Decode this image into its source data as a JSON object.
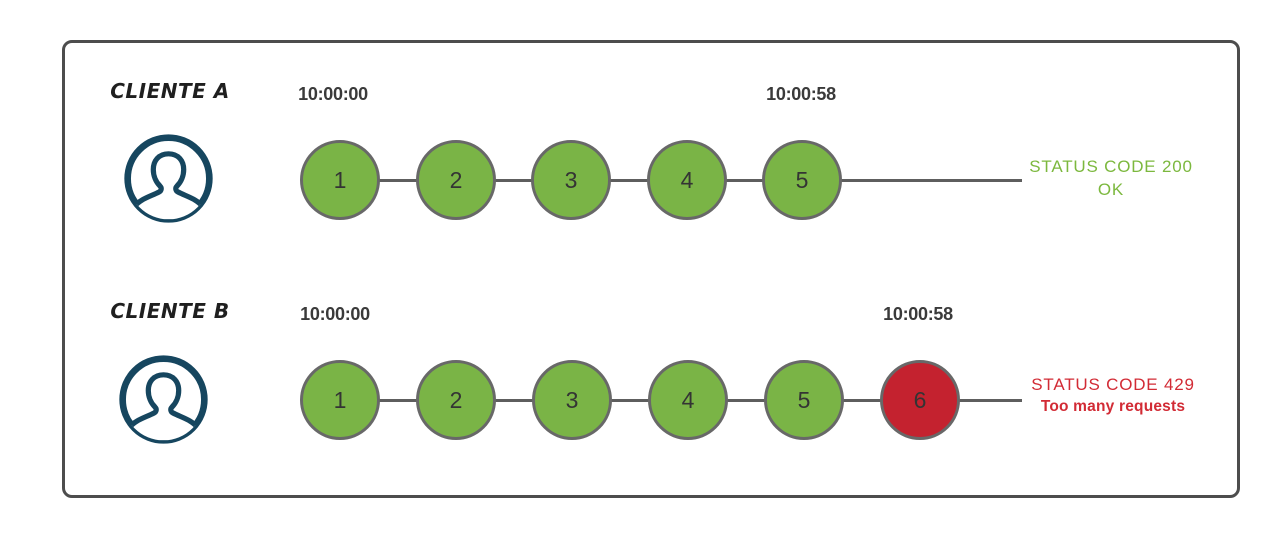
{
  "colors": {
    "green": "#7ab446",
    "red": "#c4222f",
    "green-text": "#7cb83e",
    "red-text": "#d22b35",
    "navy": "#16465f",
    "circle-border": "#686868",
    "line": "#5e5e5e",
    "frame-border": "#4d4d4d",
    "text-dark": "#3a3a3a"
  },
  "rows": [
    {
      "client": "CLIENTE A",
      "start_time": "10:00:00",
      "end_time": "10:00:58",
      "requests": [
        {
          "label": "1",
          "state": "ok"
        },
        {
          "label": "2",
          "state": "ok"
        },
        {
          "label": "3",
          "state": "ok"
        },
        {
          "label": "4",
          "state": "ok"
        },
        {
          "label": "5",
          "state": "ok"
        }
      ],
      "status": {
        "code": "STATUS CODE 200",
        "message": "OK"
      }
    },
    {
      "client": "CLIENTE B",
      "start_time": "10:00:00",
      "end_time": "10:00:58",
      "requests": [
        {
          "label": "1",
          "state": "ok"
        },
        {
          "label": "2",
          "state": "ok"
        },
        {
          "label": "3",
          "state": "ok"
        },
        {
          "label": "4",
          "state": "ok"
        },
        {
          "label": "5",
          "state": "ok"
        },
        {
          "label": "6",
          "state": "limited"
        }
      ],
      "status": {
        "code": "STATUS CODE 429",
        "message": "Too many requests"
      }
    }
  ]
}
